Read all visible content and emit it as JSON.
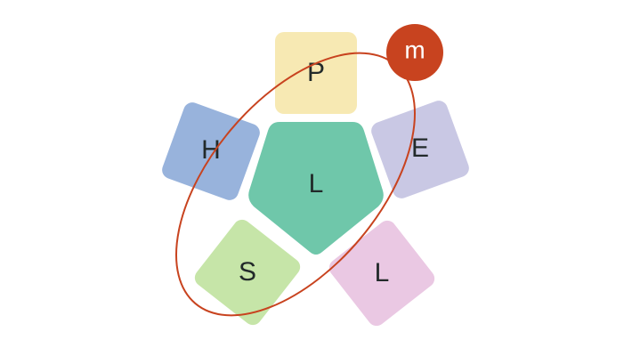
{
  "diagram": {
    "center": {
      "label": "L",
      "color": "#6fc7aa"
    },
    "tiles": [
      {
        "key": "top",
        "label": "P",
        "color": "#f7e9b3"
      },
      {
        "key": "left",
        "label": "H",
        "color": "#98b3dc"
      },
      {
        "key": "right",
        "label": "E",
        "color": "#c9c8e4"
      },
      {
        "key": "bottom-left",
        "label": "S",
        "color": "#c6e5a8"
      },
      {
        "key": "bottom-right",
        "label": "L",
        "color": "#eac8e3"
      }
    ],
    "orbit": {
      "color": "#c8431f"
    },
    "marker": {
      "label": "m",
      "color": "#c8431f"
    }
  }
}
